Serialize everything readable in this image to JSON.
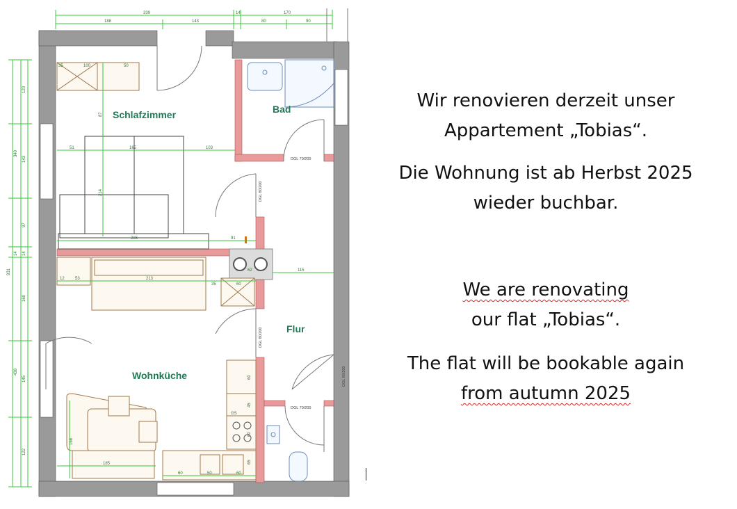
{
  "floorplan": {
    "rooms": {
      "bedroom": "Schlafzimmer",
      "bath": "Bad",
      "hall": "Flur",
      "kitchen_living": "Wohnküche"
    },
    "door_labels": {
      "bath_door": "DGL 70/200",
      "bedroom_door": "DGL 80/200",
      "kitchen_door": "DGL 80/200",
      "wc_door": "DGL 70/200",
      "entry_door": "DGL 80/200"
    },
    "dimensions": {
      "top_total": "339",
      "top_a": "188",
      "top_b": "143",
      "top_c": "14",
      "top_d": "170",
      "top_e": "80",
      "top_f": "90",
      "left_a": "120",
      "left_b": "340",
      "left_c": "143",
      "left_d": "97",
      "left_e": "14",
      "left_f": "14",
      "left_g": "160",
      "left_h": "438",
      "left_i": "145",
      "left_j": "122",
      "left_total": "931",
      "w100": "100",
      "w50": "50",
      "w35": "35",
      "w87": "87",
      "bed_51": "51",
      "bed_165": "165",
      "bed_103": "103",
      "bed_214": "214",
      "bed_286": "286",
      "h91": "91",
      "h62": "62",
      "h115": "115",
      "s12": "12",
      "s53": "53",
      "s213": "213",
      "s35": "35",
      "s60": "60",
      "k60a": "60",
      "k45": "45",
      "k60b": "60",
      "k65": "65",
      "k166": "166",
      "k185": "185",
      "k60c": "60",
      "k50": "50",
      "k60d": "60",
      "k_gs": "GS"
    }
  },
  "announcement": {
    "de_line1": "Wir renovieren derzeit unser",
    "de_line2": "Appartement „Tobias“.",
    "de_line3": "Die Wohnung ist ab Herbst 2025",
    "de_line4": "wieder buchbar.",
    "en_line1": "We are renovating",
    "en_line2": "our flat „Tobias“.",
    "en_line3": "The flat will be bookable again",
    "en_line4": "from autumn 2025"
  },
  "colors": {
    "wall": "#9a9a9a",
    "new_wall": "#e89a9a",
    "dimension": "#37c837",
    "room_label": "#1f7a55",
    "furniture": "#a0784a"
  }
}
